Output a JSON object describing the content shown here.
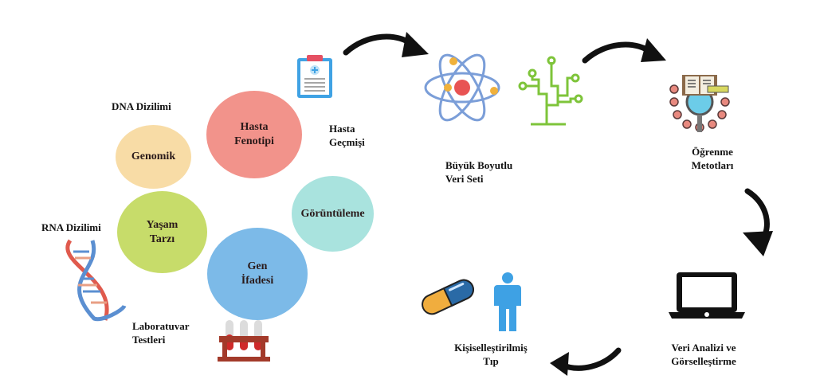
{
  "colors": {
    "hasta_fenotipi": "#f2938b",
    "genomik": "#f8dca6",
    "yasam_tarzi": "#c7dc6a",
    "goruntuleme": "#a9e3de",
    "gen_ifadesi": "#7cbae8",
    "arrow": "#111111"
  },
  "circles": {
    "hasta_fenotipi": "Hasta\nFenotipi",
    "genomik": "Genomik",
    "yasam_tarzi": "Yaşam\nTarzı",
    "goruntuleme": "Görüntüleme",
    "gen_ifadesi": "Gen\nİfadesi"
  },
  "labels": {
    "dna_dizilimi": "DNA Dizilimi",
    "rna_dizilimi": "RNA Dizilimi",
    "hasta_gecmisi": "Hasta\nGeçmişi",
    "laboratuvar_testleri": "Laboratuvar\nTestleri",
    "buyuk_boyutlu_veri_seti": "Büyük Boyutlu\nVeri Seti",
    "ogrenme_metotlari": "Öğrenme\nMetotları",
    "veri_analizi": "Veri Analizi ve\nGörselleştirme",
    "kisisellestirilmis_tip": "Kişiselleştirilmiş\nTıp"
  },
  "icons": [
    "clipboard-icon",
    "atom-icon",
    "circuit-tree-icon",
    "learning-book-magnifier-icon",
    "laptop-icon",
    "capsule-pill-icon",
    "person-icon",
    "dna-helix-icon",
    "test-tubes-icon"
  ]
}
